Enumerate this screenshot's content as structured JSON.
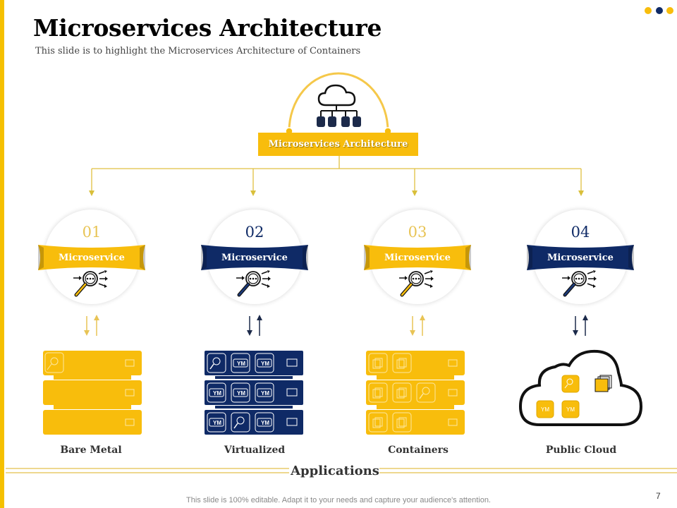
{
  "header": {
    "title": "Microservices Architecture",
    "subtitle": "This slide is to highlight the Microservices Architecture of Containers"
  },
  "colors": {
    "yellow": "#f8bd0c",
    "navy": "#0f2a66",
    "text": "#333333"
  },
  "top_node": {
    "label": "Microservices Architecture",
    "icon": "cloud-network-icon"
  },
  "microservices": [
    {
      "number": "01",
      "label": "Microservice",
      "color": "yellow",
      "icon": "magnifier-process-icon"
    },
    {
      "number": "02",
      "label": "Microservice",
      "color": "navy",
      "icon": "magnifier-process-icon"
    },
    {
      "number": "03",
      "label": "Microservice",
      "color": "yellow",
      "icon": "magnifier-process-icon"
    },
    {
      "number": "04",
      "label": "Microservice",
      "color": "navy",
      "icon": "magnifier-process-icon"
    }
  ],
  "deployments": [
    {
      "label": "Bare Metal",
      "icon": "server-rack-icon"
    },
    {
      "label": "Virtualized",
      "icon": "vm-rack-icon",
      "badge": "YM"
    },
    {
      "label": "Containers",
      "icon": "container-rack-icon"
    },
    {
      "label": "Public Cloud",
      "icon": "cloud-icon",
      "badge": "YM"
    }
  ],
  "applications_label": "Applications",
  "footer": {
    "note": "This slide is 100% editable. Adapt it to your needs and capture your audience's attention.",
    "page_number": "7"
  }
}
